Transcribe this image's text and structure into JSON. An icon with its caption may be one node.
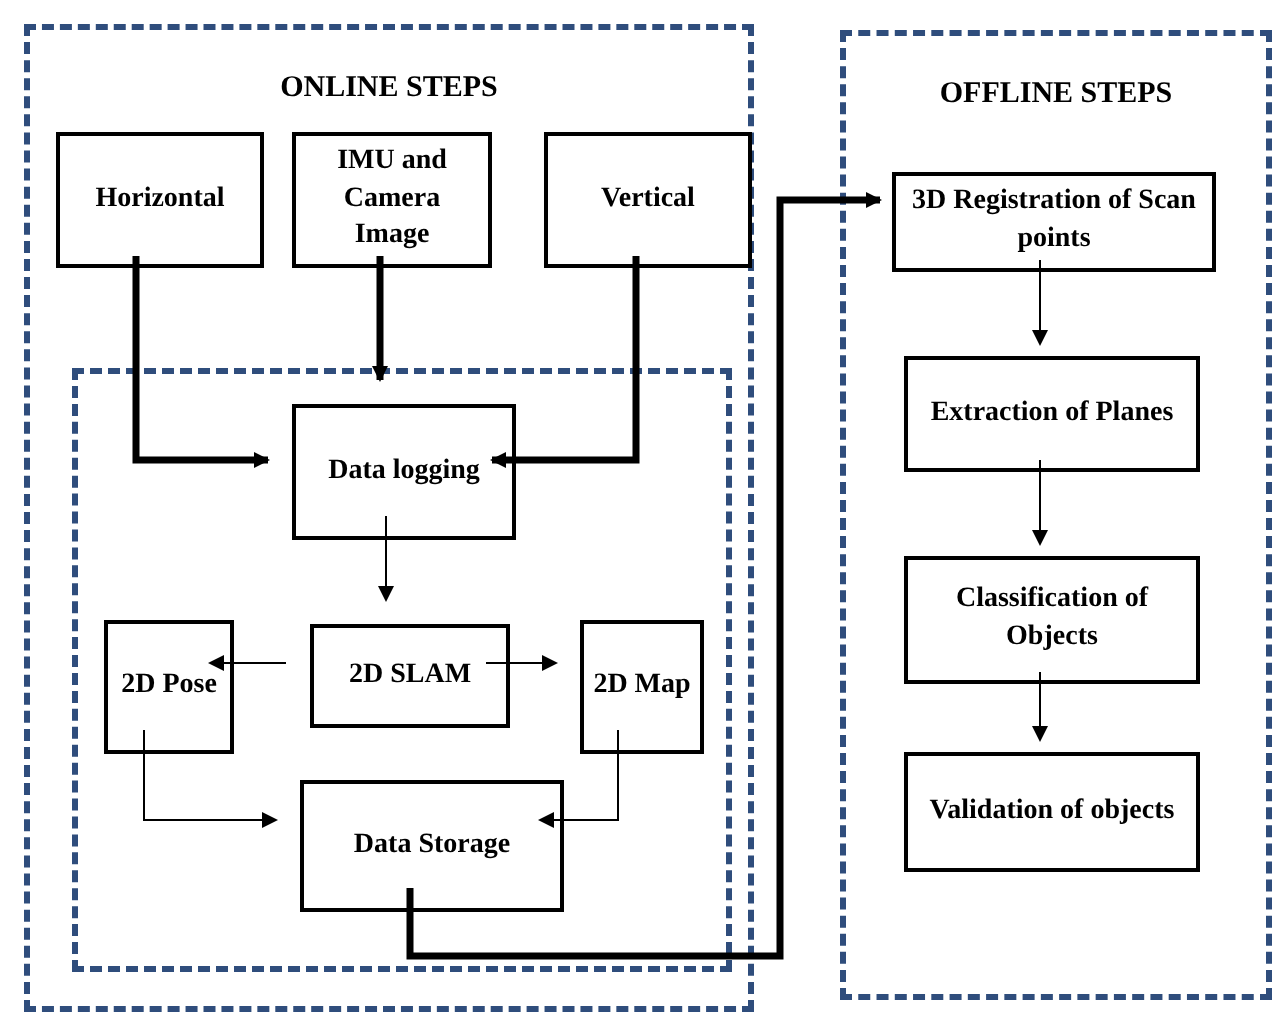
{
  "diagram": {
    "nodes": [
      {
        "text": [
          "ONLINE STEPS"
        ]
      },
      {
        "text": [],
        "shape": "box",
        "in": 0
      },
      {
        "text": [
          "Horizontal"
        ],
        "in": 0
      },
      {
        "text": [
          "IMU and Camera Image"
        ],
        "in": 0
      },
      {
        "text": [
          "Vertical"
        ],
        "in": 0
      },
      {
        "text": [
          "Data logging"
        ],
        "in": 1
      },
      {
        "text": [
          "2D SLAM"
        ],
        "in": 1
      },
      {
        "text": [
          "2D Pose"
        ],
        "in": 1
      },
      {
        "text": [
          "2D Map"
        ],
        "in": 1
      },
      {
        "text": [
          "Data Storage"
        ],
        "in": 1
      },
      {
        "text": [
          "OFFLINE STEPS"
        ]
      },
      {
        "text": [
          "3D Registration of Scan points"
        ],
        "in": 10
      },
      {
        "text": [
          "Extraction of Planes"
        ],
        "in": 10
      },
      {
        "text": [
          "Classification of Objects"
        ],
        "in": 10
      },
      {
        "text": [
          "Validation of objects"
        ],
        "in": 10
      }
    ],
    "edges": [
      {
        "from": 2,
        "to": 5,
        "arrow": "to",
        "style": "thick"
      },
      {
        "from": 3,
        "to": 5,
        "arrow": "to",
        "style": "thick"
      },
      {
        "from": 4,
        "to": 5,
        "arrow": "to",
        "style": "thick"
      },
      {
        "from": 5,
        "to": 6,
        "arrow": "to"
      },
      {
        "from": 6,
        "to": 7,
        "arrow": "to"
      },
      {
        "from": 6,
        "to": 8,
        "arrow": "to"
      },
      {
        "from": 7,
        "to": 9,
        "arrow": "to"
      },
      {
        "from": 8,
        "to": 9,
        "arrow": "to"
      },
      {
        "from": 9,
        "to": 11,
        "arrow": "to",
        "style": "thick"
      },
      {
        "from": 11,
        "to": 12,
        "arrow": "to"
      },
      {
        "from": 12,
        "to": 13,
        "arrow": "to"
      },
      {
        "from": 13,
        "to": 14,
        "arrow": "to"
      }
    ]
  }
}
